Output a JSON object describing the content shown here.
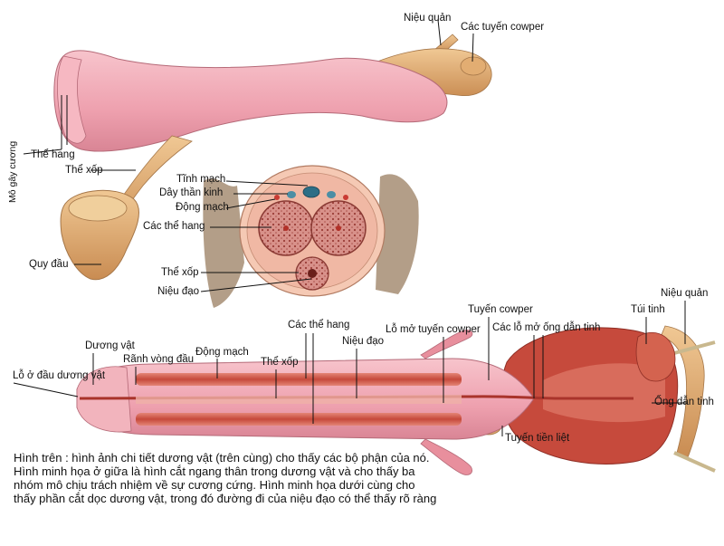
{
  "labels": {
    "nieu_quan_top": "Niệu quản",
    "tuyen_cowper_top": "Các tuyến cowper",
    "mo_gay_cuong": "Mô gây cương",
    "the_hang_top": "Thể hang",
    "the_xop_top": "Thể xốp",
    "quy_dau": "Quy đầu",
    "tinh_mach": "Tĩnh mạch",
    "day_than_kinh": "Dây thần kinh",
    "dong_mach_mid": "Động mạch",
    "cac_the_hang_mid": "Các thể hang",
    "the_xop_mid": "Thể xốp",
    "nieu_dao_mid": "Niệu đạo",
    "cac_the_hang_bot": "Các thể hang",
    "tuyen_cowper_bot": "Tuyến cowper",
    "nieu_quan_bot": "Niệu quản",
    "duong_vat": "Dương vật",
    "nieu_dao_bot": "Niệu đạo",
    "lo_mo_tuyen_cowper": "Lỗ mở tuyến cowper",
    "cac_lo_mo_ong_dan_tinh": "Các lỗ mở ống dẫn tinh",
    "tui_tinh": "Túi tinh",
    "lo_o_dau_duong_vat": "Lỗ ở đầu dương vật",
    "ranh_vong_dau": "Rãnh vòng đầu",
    "dong_mach_bot": "Động mạch",
    "the_xop_bot": "Thể xốp",
    "ong_dan_tinh": "Ống dẫn tinh",
    "tuyen_tien_liet": "Tuyến tiền liệt"
  },
  "caption": "Hình trên : hình ảnh chi tiết dương vật (trên cùng) cho thấy các bộ phận của nó. Hình minh họa ở giữa là hình cắt ngang thân trong dương vật và cho thấy ba nhóm mô chịu trách nhiệm về sự cương cứng. Hình minh họa dưới cùng cho thấy phần cắt dọc dương vật, trong đó đường đi của niệu đạo có thể thấy rõ ràng",
  "colors": {
    "skin_pink": "#f2a9b5",
    "tissue_red": "#c94a3c",
    "gland_tan": "#d9a36a",
    "hair_brown": "#7a5a3a",
    "line": "#111111"
  }
}
